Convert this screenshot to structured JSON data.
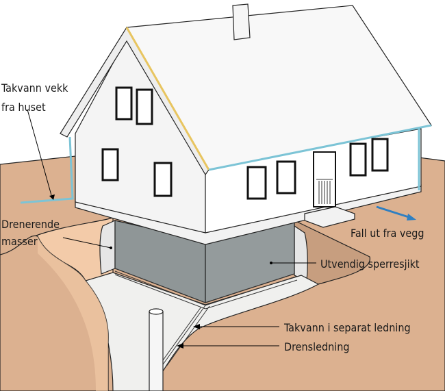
{
  "labels": {
    "roof_water_line1": "Takvann vekk",
    "roof_water_line2": "fra huset",
    "draining_line1": "Drenerende",
    "draining_line2": "masser",
    "slope": "Fall ut fra vegg",
    "barrier": "Utvendig sperresjikt",
    "separate_pipe": "Takvann i separat ledning",
    "drain_pipe": "Drensledning"
  },
  "colors": {
    "ground": "#dcb190",
    "ground_light": "#f6d2b4",
    "wall": "#f4f4f4",
    "roof": "#f8f8f8",
    "foundation": "#8f9697",
    "gutter": "#7cc4d6",
    "arrow": "#2f7fc1",
    "trench_floor": "#f0f0ee"
  }
}
